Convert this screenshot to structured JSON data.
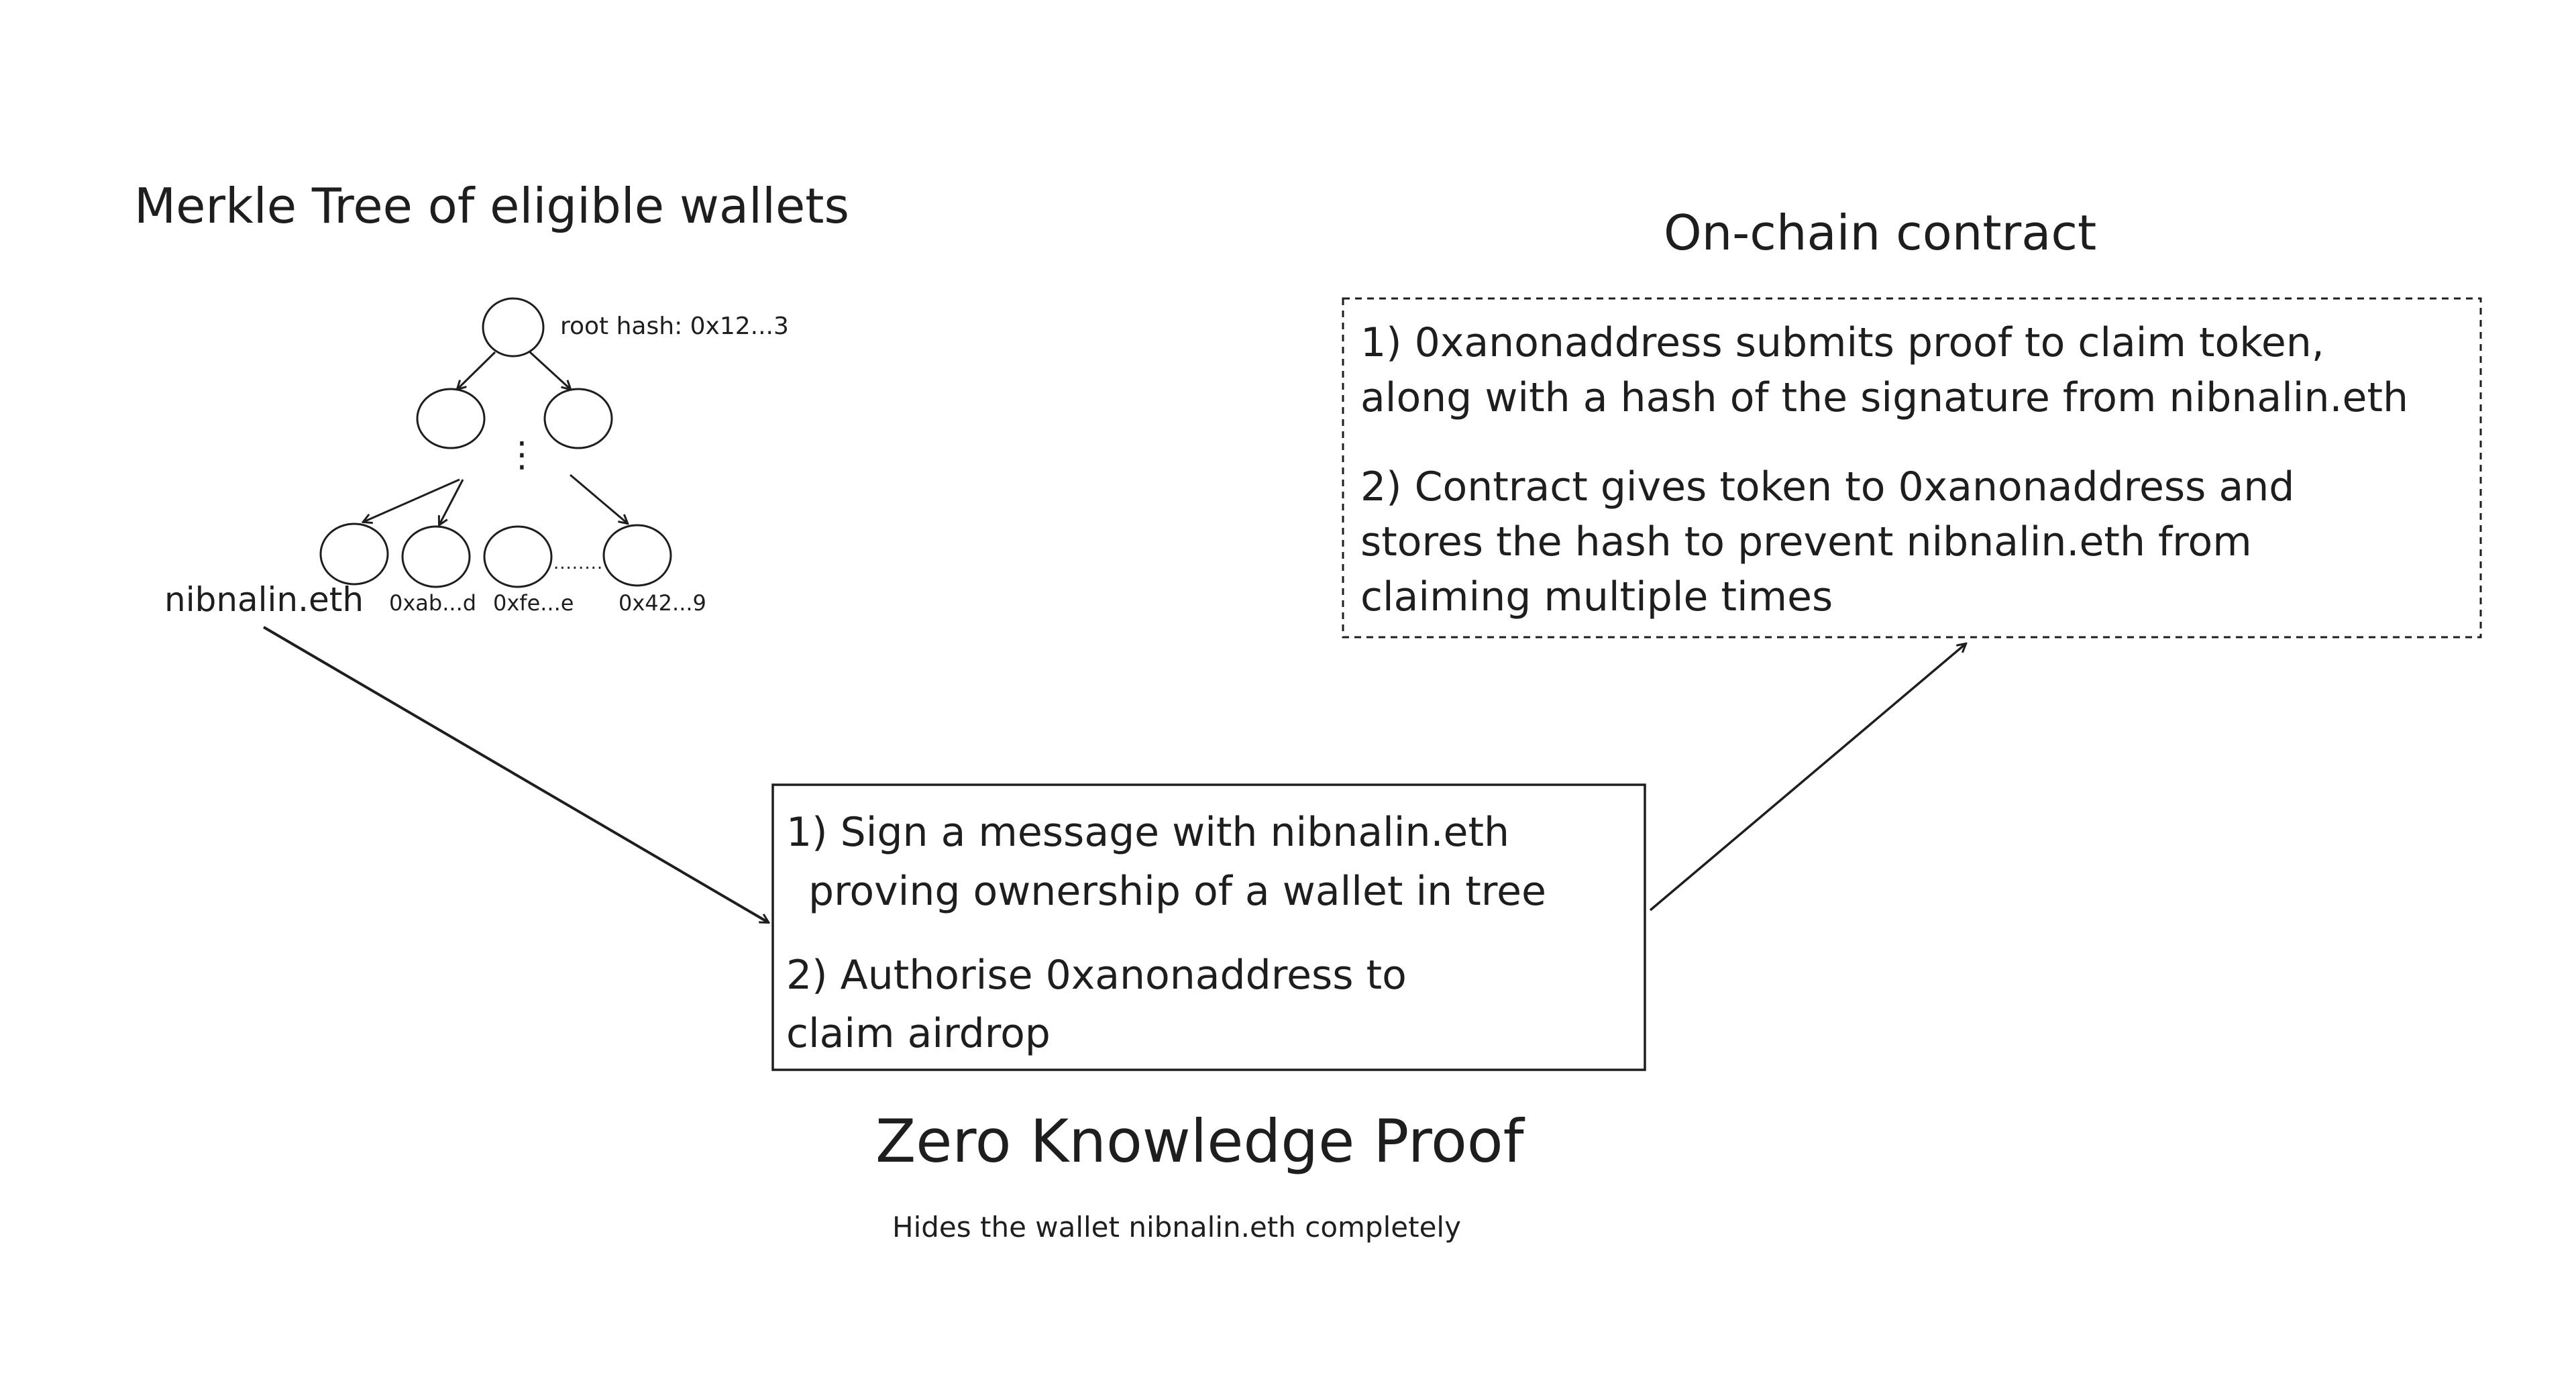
{
  "merkle": {
    "title": "Merkle Tree of eligible wallets",
    "root_label": "root hash: 0x12...3",
    "leaves": {
      "nibnalin": "nibnalin.eth",
      "leaf2": "0xab...d",
      "leaf3": "0xfe...e",
      "leaf4": "0x42...9"
    },
    "vertical_ellipsis": "⋮",
    "horizontal_dots": "........"
  },
  "contract": {
    "title": "On-chain contract",
    "step1_line1": "1) 0xanonaddress submits proof to claim token,",
    "step1_line2": "along with a hash of the signature from nibnalin.eth",
    "step2_line1": "2) Contract gives token to 0xanonaddress and",
    "step2_line2": "stores the hash to prevent nibnalin.eth from",
    "step2_line3": "claiming multiple times"
  },
  "zkp": {
    "step1_line1": "1) Sign a message with nibnalin.eth",
    "step1_line2": "proving ownership of a wallet in tree",
    "step2_line1": "2) Authorise 0xanonaddress to",
    "step2_line2": "claim airdrop",
    "title": "Zero Knowledge Proof",
    "subtitle": "Hides the wallet nibnalin.eth completely"
  },
  "colors": {
    "stroke": "#1e1e1e",
    "background": "#ffffff"
  }
}
